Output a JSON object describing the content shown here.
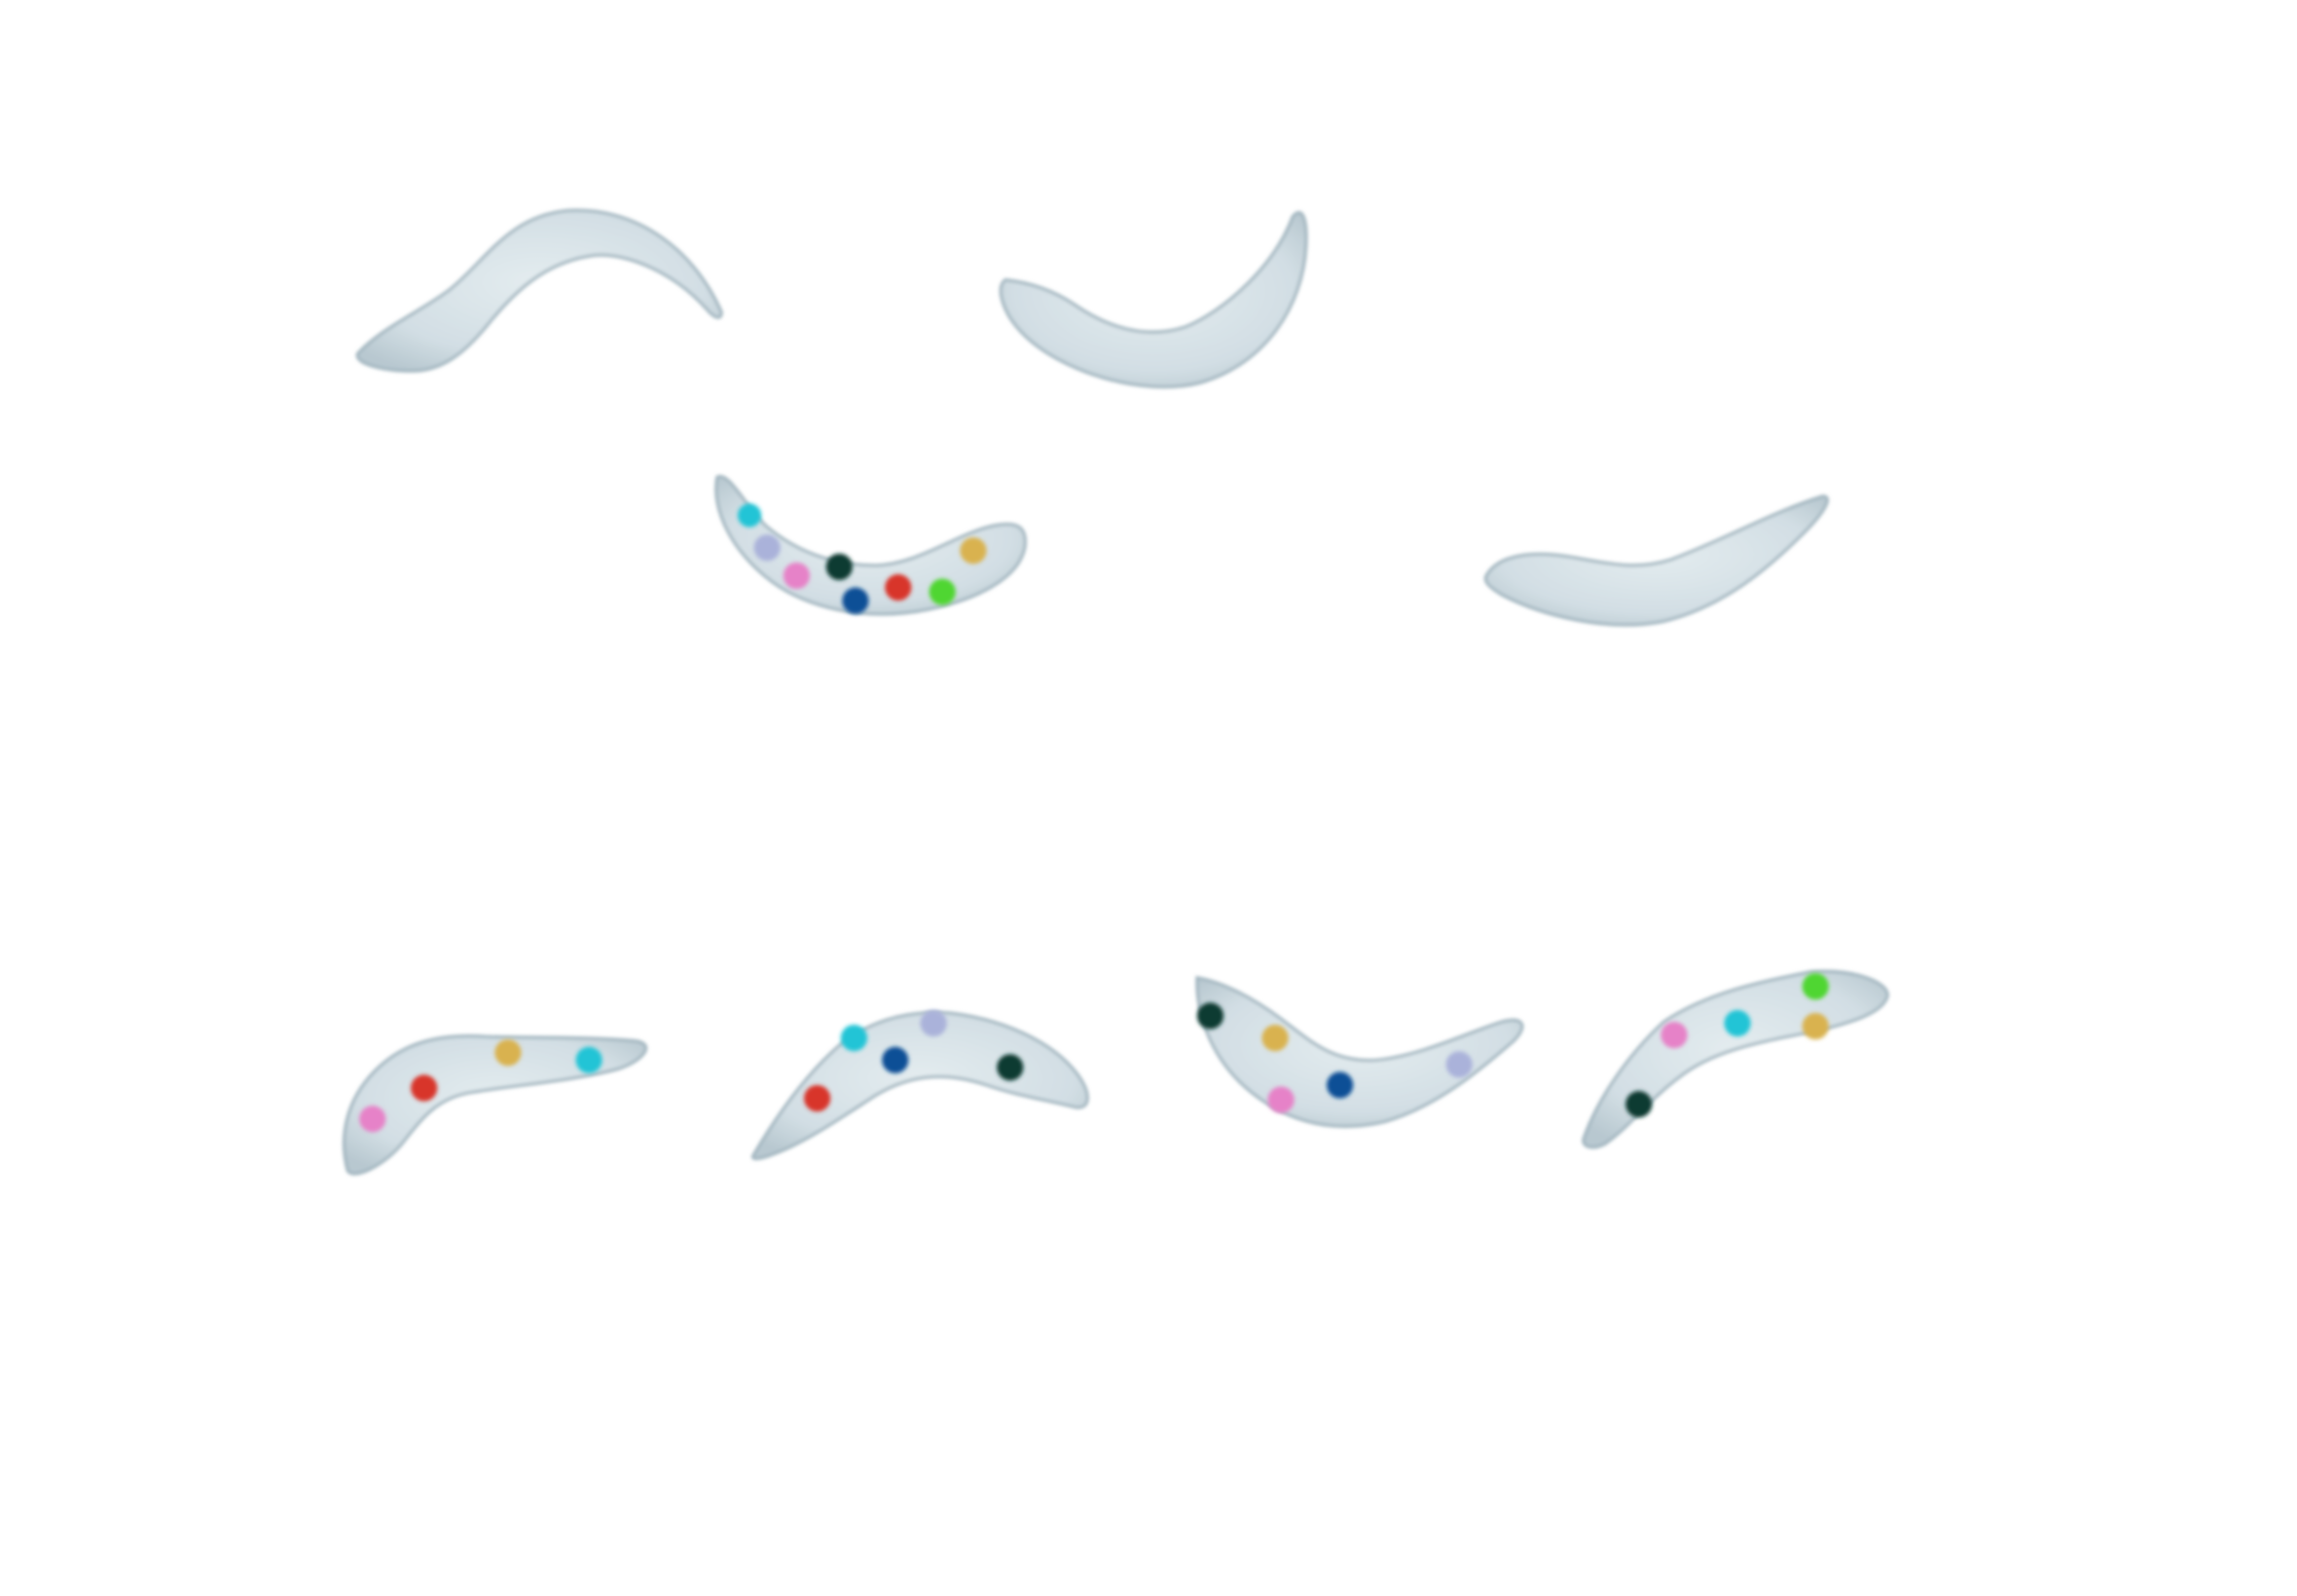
{
  "palette": {
    "background": "#ffffff",
    "body_fill": "#d6e1e6",
    "body_edge": "#9fb3bd",
    "marker_colors": {
      "cyan": "#20c4d6",
      "lavender": "#aab2da",
      "pink": "#e682c8",
      "dark-green": "#0e3b32",
      "navy": "#0f4f96",
      "red": "#d8342a",
      "green": "#4fd630",
      "gold": "#d9b24f"
    }
  },
  "cells": [
    {
      "id": "top-left",
      "marker_colors": []
    },
    {
      "id": "top-right",
      "marker_colors": []
    },
    {
      "id": "middle-left",
      "marker_colors": [
        "cyan",
        "lavender",
        "pink",
        "dark-green",
        "navy",
        "red",
        "green",
        "gold"
      ]
    },
    {
      "id": "middle-right",
      "marker_colors": []
    },
    {
      "id": "bottom-1",
      "marker_colors": [
        "pink",
        "red",
        "gold",
        "cyan"
      ]
    },
    {
      "id": "bottom-2",
      "marker_colors": [
        "red",
        "cyan",
        "navy",
        "lavender",
        "dark-green"
      ]
    },
    {
      "id": "bottom-3",
      "marker_colors": [
        "dark-green",
        "gold",
        "pink",
        "navy",
        "lavender"
      ]
    },
    {
      "id": "bottom-4",
      "marker_colors": [
        "dark-green",
        "pink",
        "cyan",
        "green",
        "gold"
      ]
    }
  ]
}
